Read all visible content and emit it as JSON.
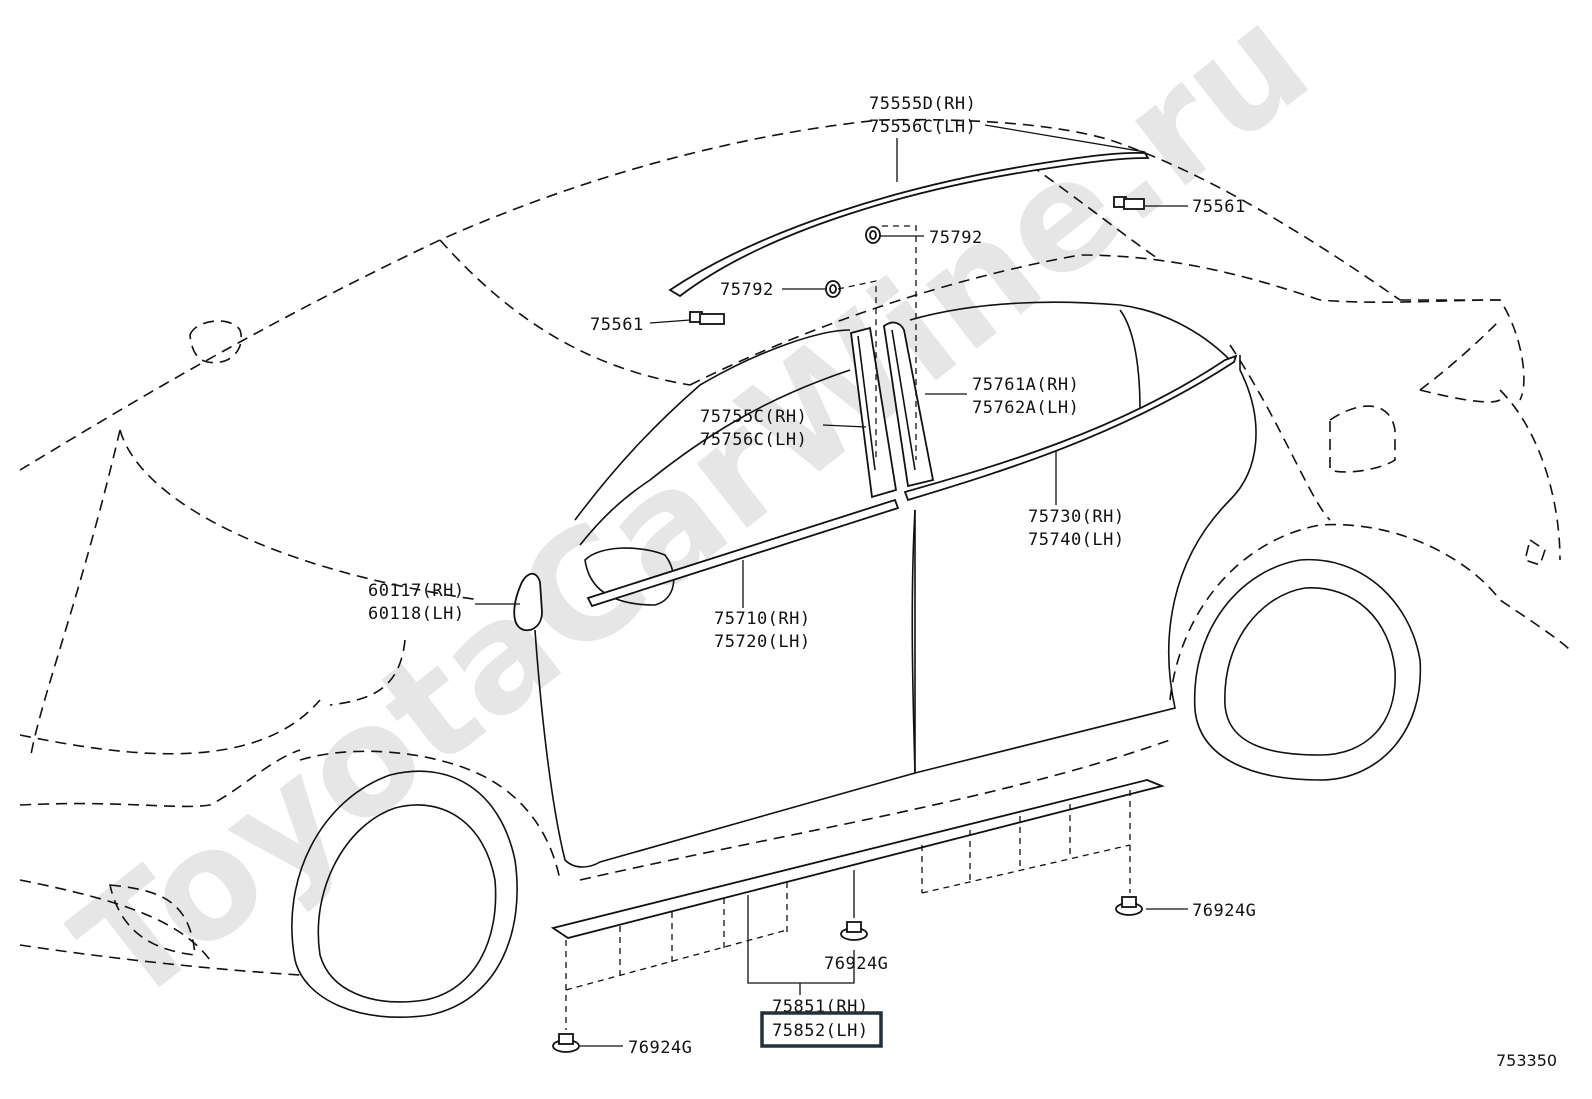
{
  "watermark": "ToyotaCarWine.ru",
  "figure_number": "753350",
  "highlight_color": "#23303d",
  "callouts": [
    {
      "id": "roof-molding",
      "lines": [
        "75555D(RH)",
        "75556C(LH)"
      ]
    },
    {
      "id": "clip-rear",
      "lines": [
        "75561"
      ]
    },
    {
      "id": "clip-front",
      "lines": [
        "75561"
      ]
    },
    {
      "id": "grommet-upper",
      "lines": [
        "75792"
      ]
    },
    {
      "id": "grommet-lower",
      "lines": [
        "75792"
      ]
    },
    {
      "id": "rear-pillar-garnish",
      "lines": [
        "75761A(RH)",
        "75762A(LH)"
      ]
    },
    {
      "id": "front-pillar-garnish",
      "lines": [
        "75755C(RH)",
        "75756C(LH)"
      ]
    },
    {
      "id": "rear-belt-molding",
      "lines": [
        "75730(RH)",
        "75740(LH)"
      ]
    },
    {
      "id": "front-belt-molding",
      "lines": [
        "75710(RH)",
        "75720(LH)"
      ]
    },
    {
      "id": "quarter-window",
      "lines": [
        "60117(RH)",
        "60118(LH)"
      ]
    },
    {
      "id": "nut-rear",
      "lines": [
        "76924G"
      ]
    },
    {
      "id": "nut-middle",
      "lines": [
        "76924G"
      ]
    },
    {
      "id": "nut-front",
      "lines": [
        "76924G"
      ]
    },
    {
      "id": "rocker-molding",
      "lines": [
        "75851(RH)",
        "75852(LH)"
      ],
      "highlighted_line": 1
    }
  ]
}
